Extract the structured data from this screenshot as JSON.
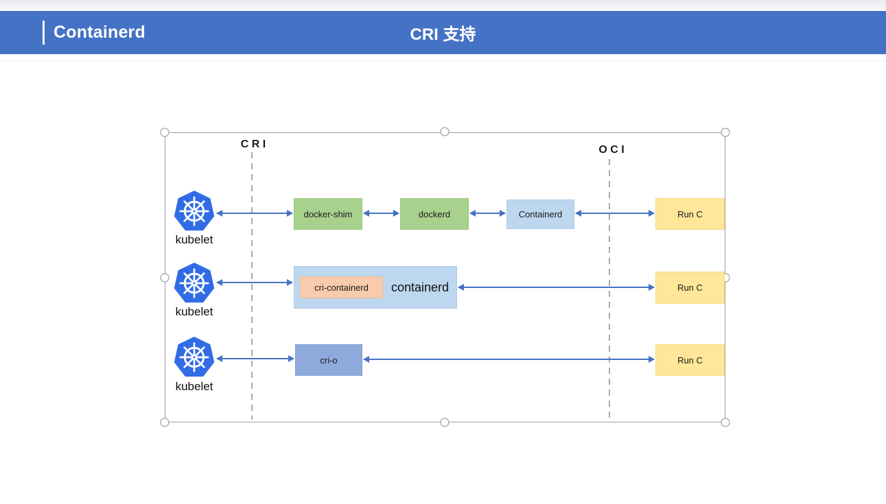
{
  "colors": {
    "header-blue": "#4472C4",
    "arrow-blue": "#4472C4",
    "k8s-blue": "#326CE5",
    "box-green": "#A9D18E",
    "box-light-blue": "#BDD7EE",
    "box-yellow": "#FFE699",
    "box-peach": "#F8CBAD",
    "box-steel-blue": "#8FAADC"
  },
  "header": {
    "title": "Containerd",
    "subtitle": "CRI 支持"
  },
  "diagram": {
    "cri_label": "C R I",
    "oci_label": "O C I",
    "kubelet_label": "kubelet",
    "row1": {
      "docker_shim": "docker-shim",
      "dockerd": "dockerd",
      "containerd": "Containerd",
      "runc": "Run C"
    },
    "row2": {
      "cri_containerd": "cri-containerd",
      "containerd": "containerd",
      "runc": "Run C"
    },
    "row3": {
      "crio": "cri-o",
      "runc": "Run C"
    }
  }
}
